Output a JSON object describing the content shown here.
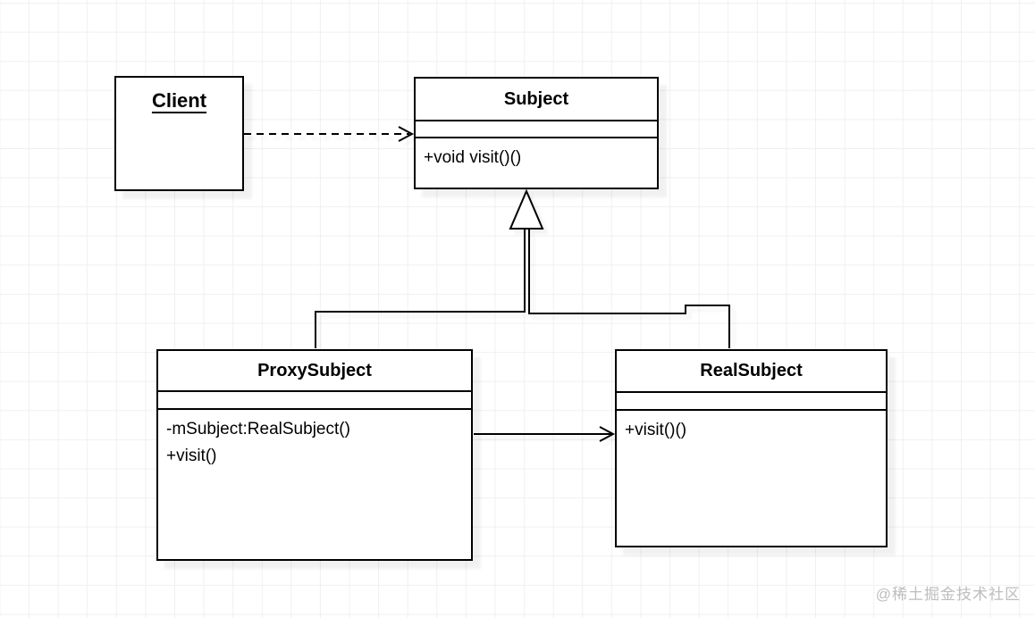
{
  "diagram": {
    "title_hint": "UML class diagram of the Proxy design pattern",
    "classes": {
      "client": {
        "title": "Client",
        "stereotype": "underlined-title"
      },
      "subject": {
        "title": "Subject",
        "methods": [
          "+void visit()()"
        ]
      },
      "proxy_subject": {
        "title": "ProxySubject",
        "methods": [
          "-mSubject:RealSubject()",
          "+visit()"
        ]
      },
      "real_subject": {
        "title": "RealSubject",
        "methods": [
          "+visit()()"
        ]
      }
    },
    "relations": [
      {
        "name": "client-depends-on-subject",
        "type": "dashed-open-arrow",
        "from": "Client",
        "to": "Subject"
      },
      {
        "name": "proxysubject-extends-subject",
        "type": "inheritance-hollow-triangle",
        "from": "ProxySubject",
        "to": "Subject"
      },
      {
        "name": "realsubject-extends-subject",
        "type": "inheritance-hollow-triangle",
        "from": "RealSubject",
        "to": "Subject"
      },
      {
        "name": "proxysubject-references-realsubject",
        "type": "solid-open-arrow",
        "from": "ProxySubject",
        "to": "RealSubject"
      }
    ],
    "colors": {
      "stroke": "#000000",
      "node_fill": "#ffffff",
      "grid_line": "#f0f0f2",
      "watermark": "#bdbdbd"
    }
  },
  "watermark": {
    "text": "@稀土掘金技术社区"
  }
}
